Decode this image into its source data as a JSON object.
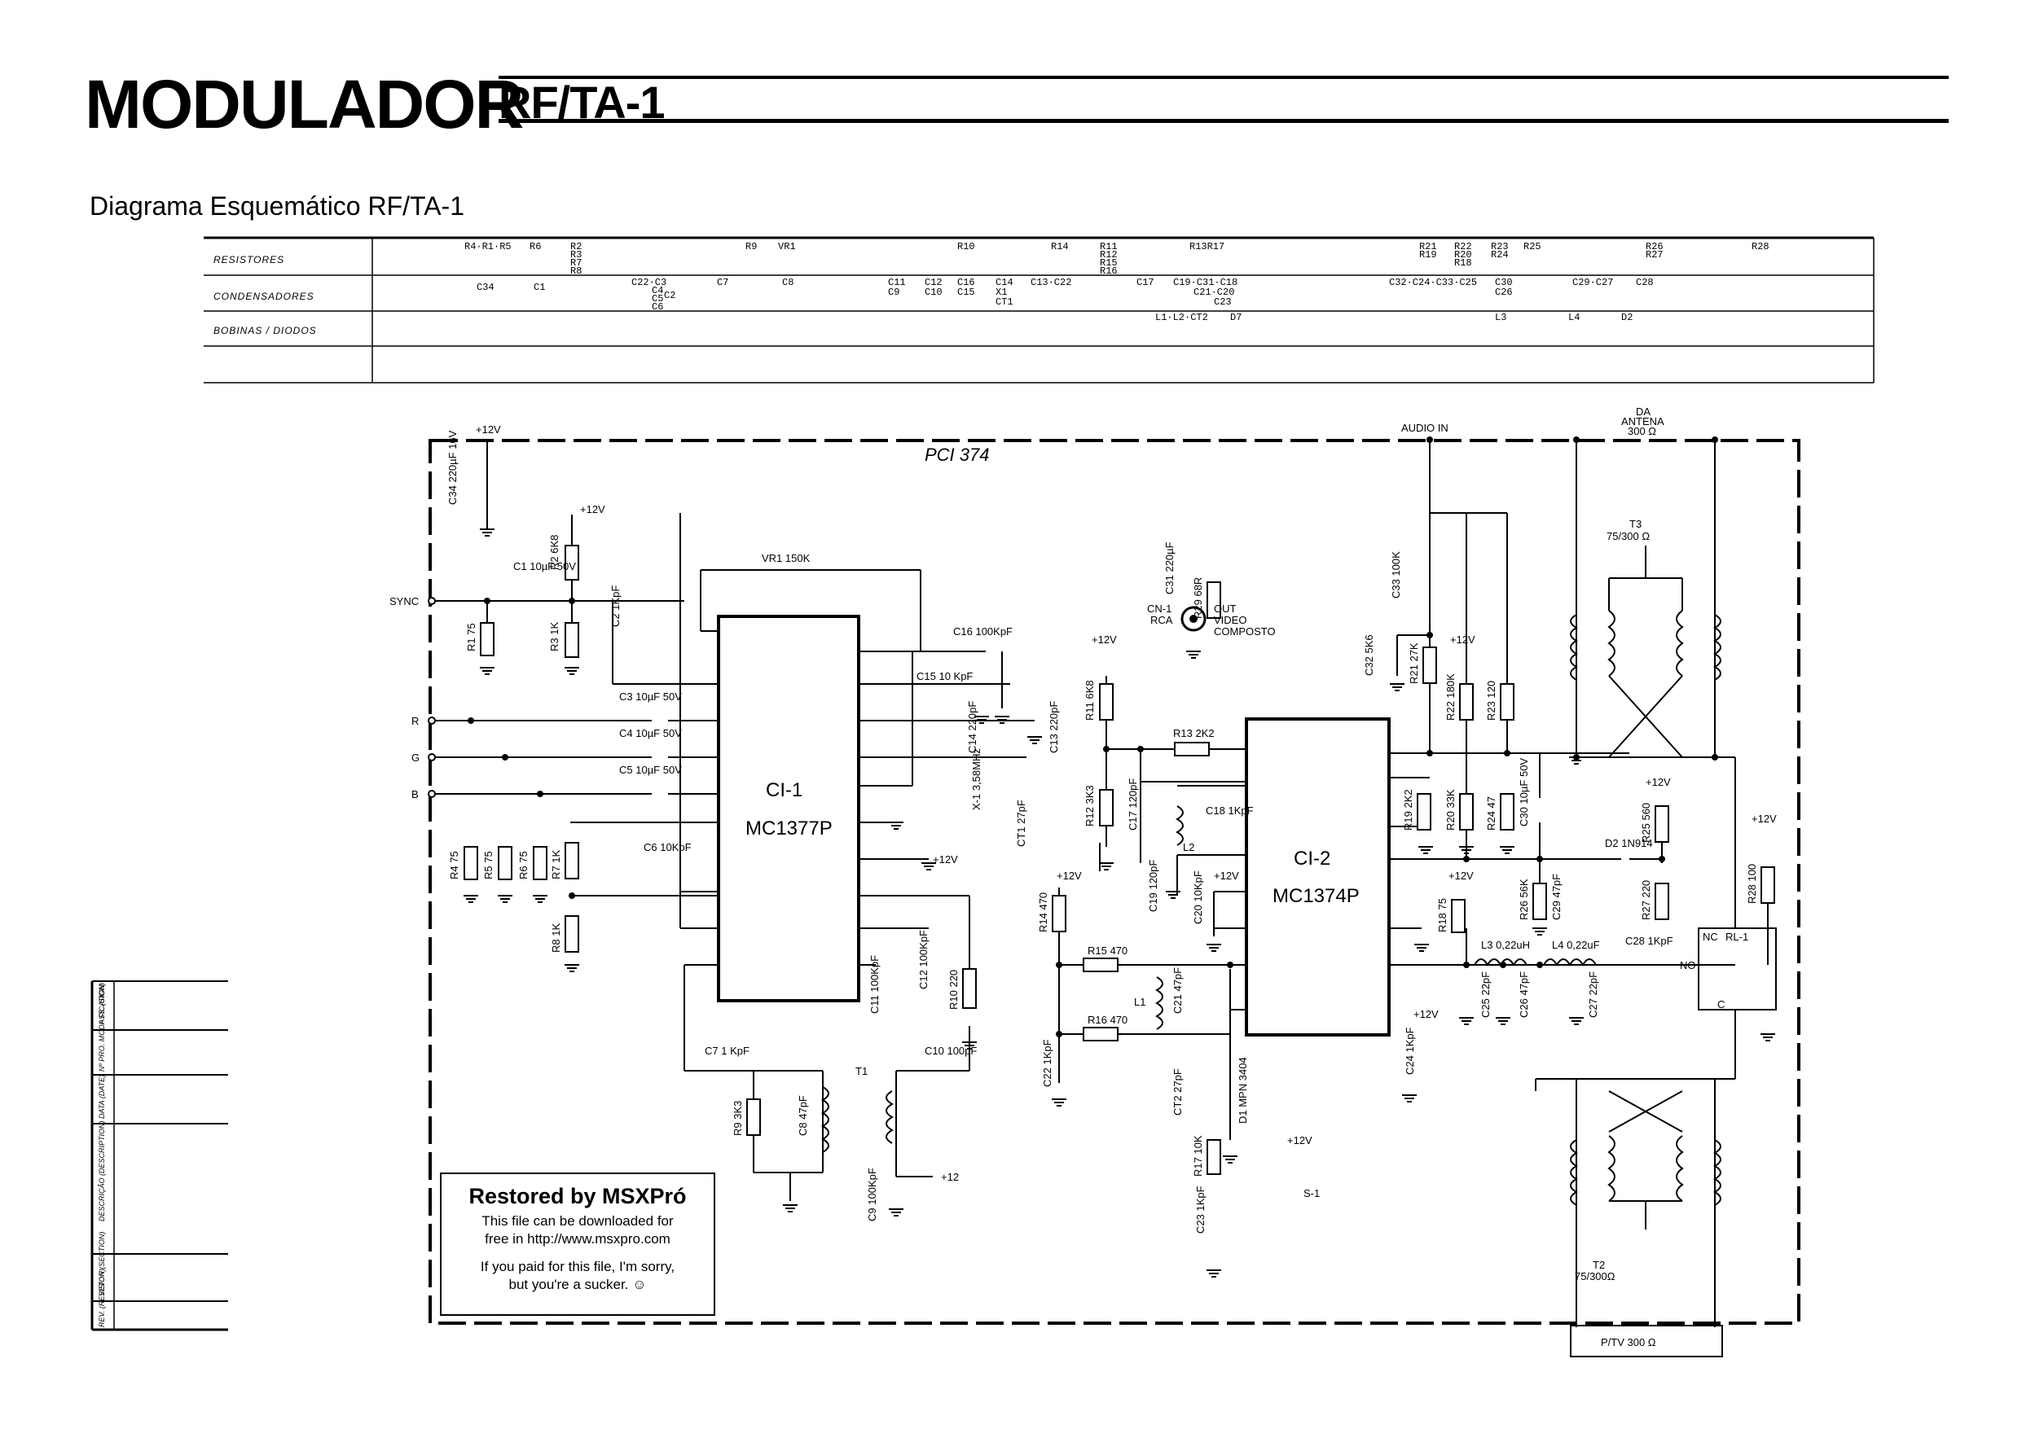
{
  "header": {
    "title": "MODULADOR",
    "model": "RF/TA-1",
    "subtitle": "Diagrama Esquemático RF/TA-1"
  },
  "parts_table": {
    "rows": [
      {
        "label": "RESISTORES",
        "entries": [
          "R4·R1·R5",
          "R6",
          "R2",
          "R3",
          "R7",
          "R8",
          "R9",
          "VR1",
          "R10",
          "R14",
          "R11",
          "R12",
          "R15",
          "R16",
          "R13R17",
          "R21",
          "R19",
          "R22",
          "R20",
          "R18",
          "R23",
          "R24",
          "R25",
          "R26",
          "R27",
          "R28"
        ]
      },
      {
        "label": "CONDENSADORES",
        "entries": [
          "C34",
          "C1",
          "C2",
          "C22·C3",
          "C4",
          "C5",
          "C6",
          "C7",
          "C8",
          "C11",
          "C9",
          "C12",
          "C10",
          "C16",
          "C15",
          "C14",
          "X1",
          "CT1",
          "C13·C22",
          "C17",
          "C19·C31·C18",
          "C21·C20",
          "C23",
          "C32·C24·C33·C25",
          "C30",
          "C26",
          "C29·C27",
          "C28"
        ]
      },
      {
        "label": "BOBINAS / DIODOS",
        "entries": [
          "L1·L2·CT2",
          "D7",
          "L3",
          "L4",
          "D2"
        ]
      },
      {
        "label": "",
        "entries": []
      }
    ]
  },
  "schematic": {
    "board": "PCI 374",
    "ic1": {
      "name": "CI-1",
      "part": "MC1377P"
    },
    "ic2": {
      "name": "CI-2",
      "part": "MC1374P"
    },
    "inputs": [
      "SYNC",
      "R",
      "G",
      "B"
    ],
    "rails": [
      "+12V",
      "+12"
    ],
    "audio_in": "AUDIO IN",
    "antenna": {
      "title": "DA",
      "name": "ANTENA",
      "impedance": "300 Ω"
    },
    "tv": "P/TV  300 Ω",
    "video_out": {
      "ref": "CN-1",
      "type": "RCA",
      "label1": "OUT",
      "label2": "VIDEO",
      "label3": "COMPOSTO"
    },
    "transformers": [
      {
        "ref": "T3",
        "ratio": "75/300 Ω"
      },
      {
        "ref": "T2",
        "ratio": "75/300Ω"
      },
      {
        "ref": "T1",
        "ratio": ""
      }
    ],
    "relay": {
      "ref": "RL-1",
      "nc": "NC",
      "no": "NO",
      "c": "C"
    },
    "switch": "S-1",
    "components": {
      "C34": "C34 220µF 16V",
      "C1": "C1 10µF 50V",
      "R2": "R2 6K8",
      "R1": "R1 75",
      "C2": "C2 1KpF",
      "R3": "R3 1K",
      "VR1": "VR1 150K",
      "C3": "C3 10µF 50V",
      "C4": "C4 10µF 50V",
      "C5": "C5 10µF 50V",
      "C6": "C6 10KpF",
      "R4": "R4 75",
      "R5": "R5 75",
      "R6": "R6 75",
      "R7": "R7 1K",
      "R8": "R8 1K",
      "C16": "C16 100KpF",
      "C15": "C15 10 KpF",
      "C14": "C14 220pF",
      "C13": "C13 220pF",
      "X1": "X-1 3,58MHz",
      "CT1": "CT1 27pF",
      "C11": "C11 100KpF",
      "C12": "C12 100KpF",
      "R10": "R10 220",
      "C7": "C7 1 KpF",
      "R9": "R9 3K3",
      "C8": "C8 47pF",
      "C10": "C10 100pF",
      "C9": "C9 100KpF",
      "C31": "C31 220µF",
      "R29": "R29 68R",
      "R11": "R11 6K8",
      "R12": "R12 3K3",
      "R13": "R13 2K2",
      "C17": "C17 120pF",
      "C18": "C18 1KpF",
      "L2": "L2",
      "C19": "C19 120pF",
      "C20": "C20 10KpF",
      "R14": "R14 470",
      "R15": "R15 470",
      "R16": "R16 470",
      "L1": "L1",
      "C21": "C21 47pF",
      "C22": "C22 1KpF",
      "CT2": "CT2 27pF",
      "D1": "D1 MPN 3404",
      "R17": "R17 10K",
      "C23": "C23 1KpF",
      "C33": "C33 100K",
      "C32": "C32 5K6",
      "R21": "R21 27K",
      "R22": "R22 180K",
      "R23": "R23 120",
      "R19": "R19 2K2",
      "R20": "R20 33K",
      "R24": "R24 47",
      "C30": "C30 10µF 50V",
      "R25": "R25 560",
      "D2": "D2 1N914",
      "R26": "R26 56K",
      "C29": "C29 47pF",
      "R27": "R27 220",
      "R18": "R18 75",
      "L3": "L3 0,22uH",
      "L4": "L4 0,22uF",
      "C28": "C28 1KpF",
      "C25": "C25 22pF",
      "C26": "C26 47pF",
      "C27": "C27 22pF",
      "R28": "R28 100",
      "C24": "C24 1KpF"
    }
  },
  "revision_block": {
    "rows": [
      "ASS. (SIGN)",
      "Nº PRO. MODI- FICATION",
      "DATA (DATE)",
      "DESCRIÇÃO (DESCRIPTION)",
      "SETOR (SECTION)",
      "REV. (REVISION)"
    ]
  },
  "restore_note": {
    "title": "Restored by MSXPró",
    "line1": "This file can be downloaded for",
    "line2": "free in http://www.msxpro.com",
    "line3": "If you paid for this file, I'm sorry,",
    "line4": "but you're a sucker. ☺"
  }
}
